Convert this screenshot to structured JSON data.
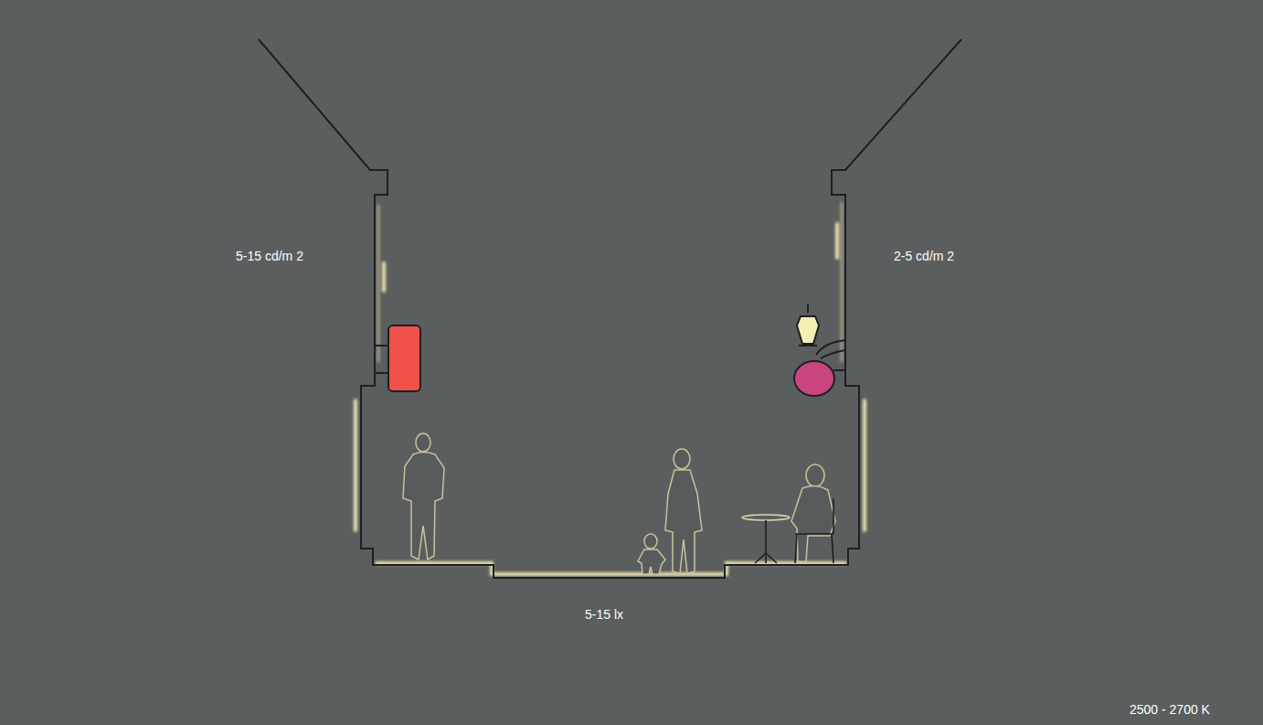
{
  "diagram": {
    "labels": [
      "5-15 cd/m 2",
      "2-5 cd/m 2",
      "5-15 lx",
      "2500 - 2700 K"
    ]
  }
}
